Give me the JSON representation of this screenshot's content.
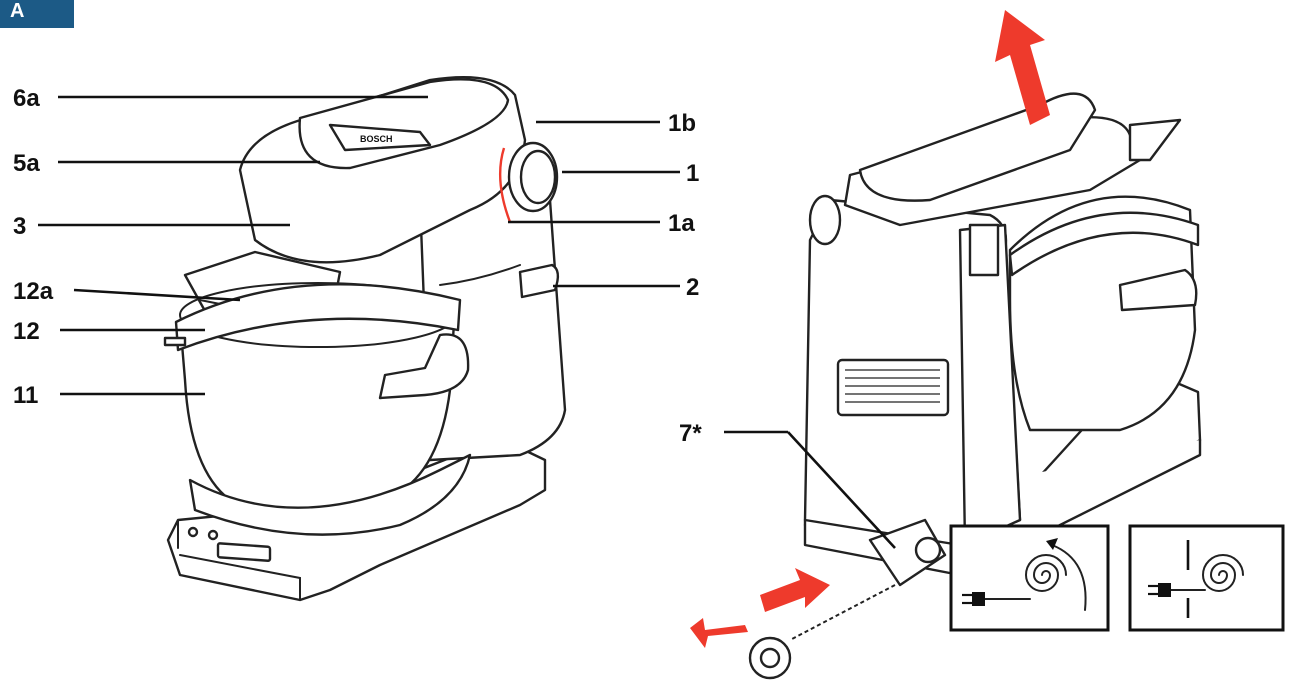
{
  "section_label": "A",
  "callouts_left": [
    "6a",
    "5a",
    "3",
    "12a",
    "12",
    "11"
  ],
  "callouts_right": [
    "1b",
    "1",
    "1a",
    "2"
  ],
  "callout_cord": "7*",
  "brand_logo_text": "BOSCH",
  "colors": {
    "badge": "#1c5a86",
    "arrow": "#ee3a2c",
    "line": "#111111"
  },
  "icons": [
    "cord-wind-icon",
    "cord-stored-icon"
  ]
}
